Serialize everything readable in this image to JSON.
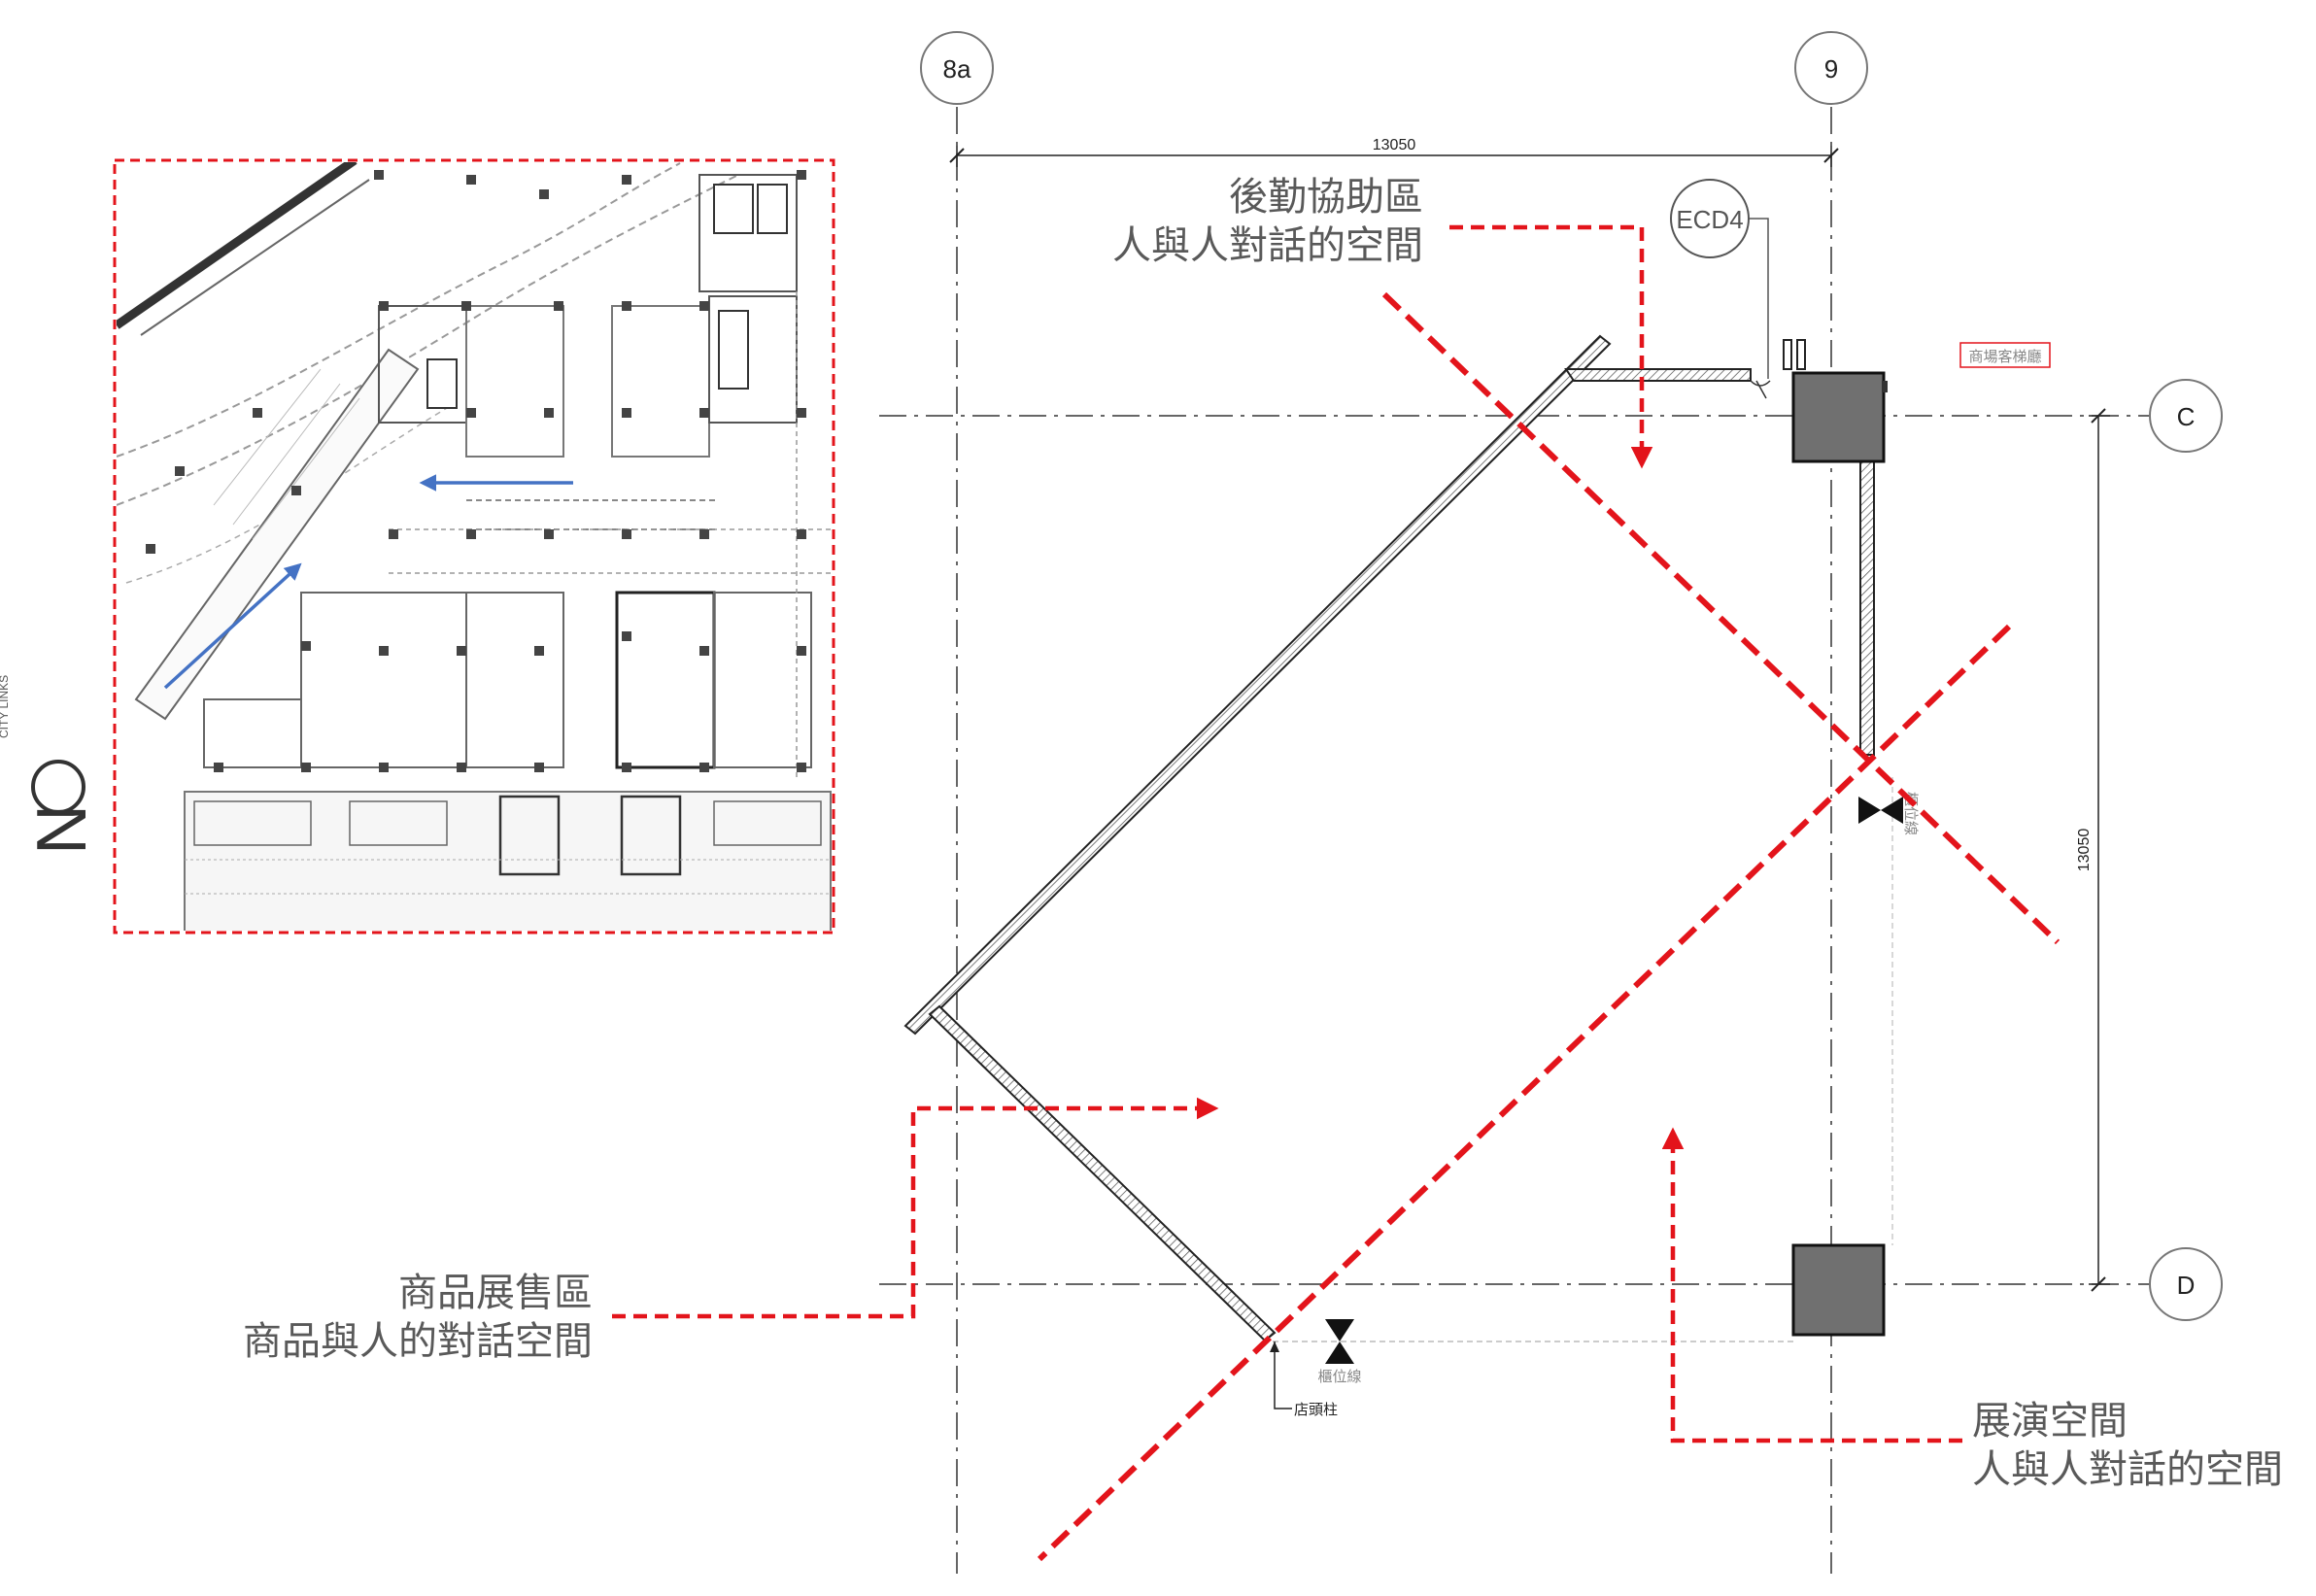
{
  "grid": {
    "col_8a": "8a",
    "col_9": "9",
    "row_c": "C",
    "row_d": "D"
  },
  "dimensions": {
    "horizontal": "13050",
    "vertical": "13050"
  },
  "tags": {
    "ecd": "ECD4",
    "elevator_hall": "商場客梯廳",
    "counter_line": "櫃位線",
    "counter_line_right": "櫃位線",
    "storefront_column": "店頭柱"
  },
  "zones": {
    "backstage": {
      "line1": "後勤協助區",
      "line2": "人與人對話的空間"
    },
    "display_sales": {
      "line1": "商品展售區",
      "line2": "商品與人的對話空間"
    },
    "performance": {
      "line1": "展演空間",
      "line2": "人與人對話的空間"
    }
  },
  "north_label": "N",
  "inset_side_label": "CITY LINKS",
  "colors": {
    "accent_red": "#e3141b",
    "arrow_blue": "#4472c4",
    "column_fill": "#707070",
    "text_grey": "#595959"
  }
}
